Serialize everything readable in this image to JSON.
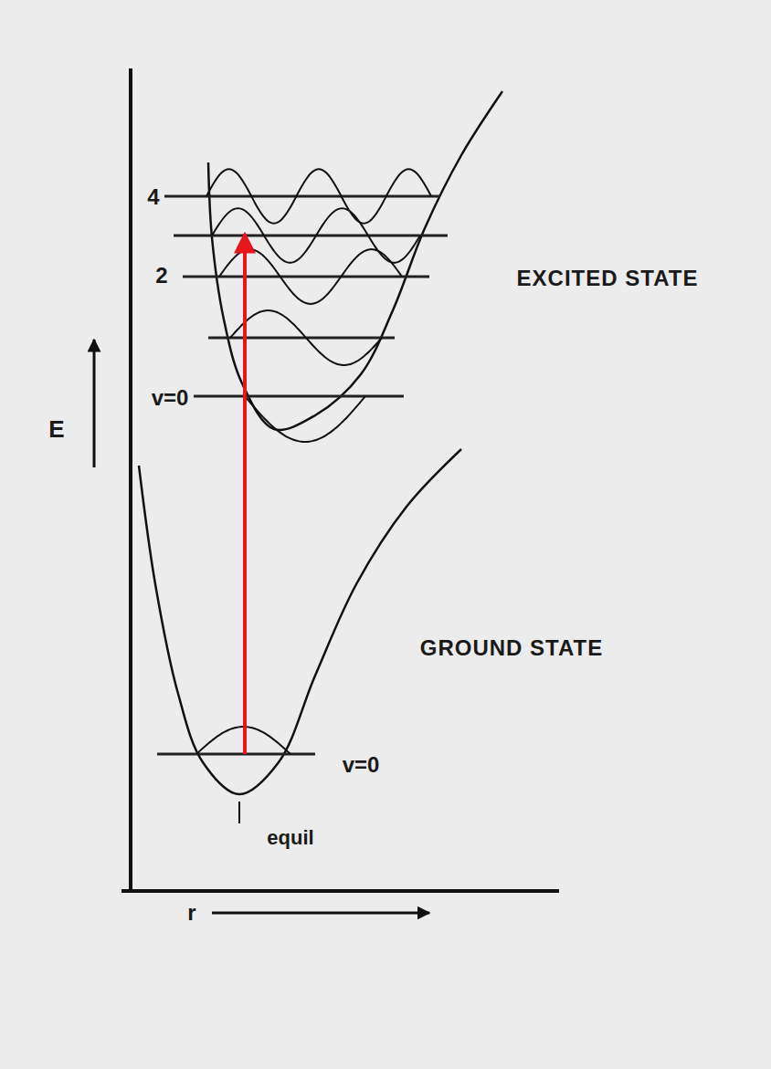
{
  "diagram": {
    "labels": [
      "4",
      "2",
      "v=0",
      "EXCITED STATE",
      "E",
      "GROUND STATE",
      "v=0",
      "equil",
      "r"
    ]
  }
}
